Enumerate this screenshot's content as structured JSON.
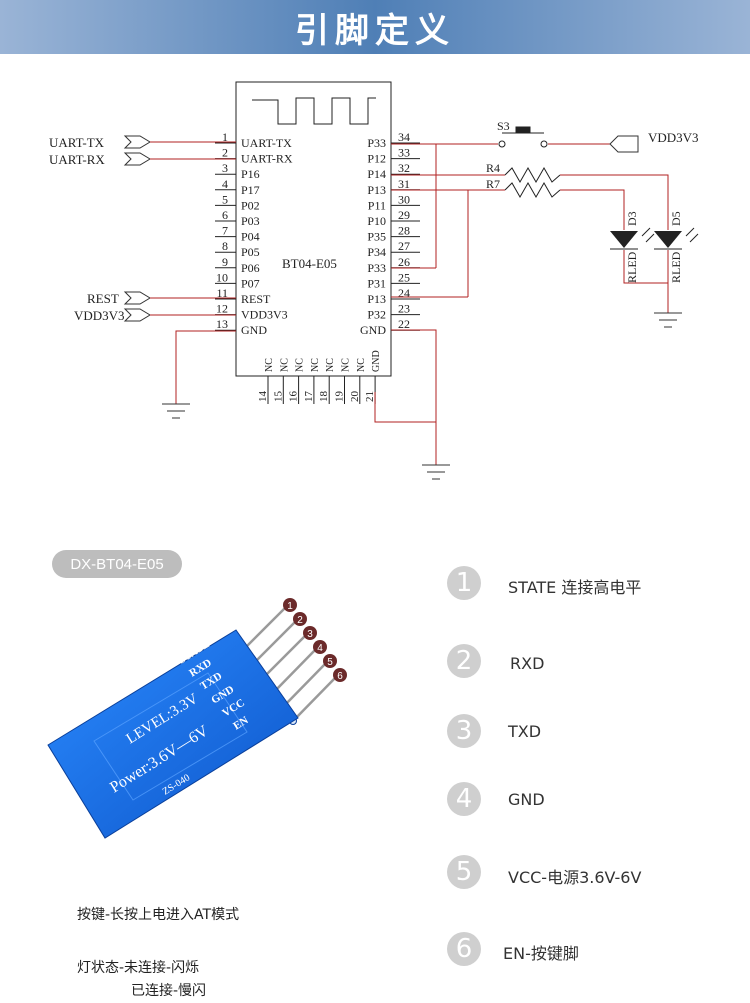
{
  "header": {
    "title": "引脚定义"
  },
  "schematic": {
    "module_label": "BT04-E05",
    "left_pins": [
      {
        "num": "1",
        "name": "UART-TX"
      },
      {
        "num": "2",
        "name": "UART-RX"
      },
      {
        "num": "3",
        "name": "P16"
      },
      {
        "num": "4",
        "name": "P17"
      },
      {
        "num": "5",
        "name": "P02"
      },
      {
        "num": "6",
        "name": "P03"
      },
      {
        "num": "7",
        "name": "P04"
      },
      {
        "num": "8",
        "name": "P05"
      },
      {
        "num": "9",
        "name": "P06"
      },
      {
        "num": "10",
        "name": "P07"
      },
      {
        "num": "11",
        "name": "REST"
      },
      {
        "num": "12",
        "name": "VDD3V3"
      },
      {
        "num": "13",
        "name": "GND"
      }
    ],
    "right_pins": [
      {
        "num": "34",
        "name": "P33"
      },
      {
        "num": "33",
        "name": "P12"
      },
      {
        "num": "32",
        "name": "P14"
      },
      {
        "num": "31",
        "name": "P13"
      },
      {
        "num": "30",
        "name": "P11"
      },
      {
        "num": "29",
        "name": "P10"
      },
      {
        "num": "28",
        "name": "P35"
      },
      {
        "num": "27",
        "name": "P34"
      },
      {
        "num": "26",
        "name": "P33"
      },
      {
        "num": "25",
        "name": "P31"
      },
      {
        "num": "24",
        "name": "P13"
      },
      {
        "num": "23",
        "name": "P32"
      },
      {
        "num": "22",
        "name": "GND"
      }
    ],
    "bottom_pins": [
      {
        "num": "14",
        "name": "NC"
      },
      {
        "num": "15",
        "name": "NC"
      },
      {
        "num": "16",
        "name": "NC"
      },
      {
        "num": "17",
        "name": "NC"
      },
      {
        "num": "18",
        "name": "NC"
      },
      {
        "num": "19",
        "name": "NC"
      },
      {
        "num": "20",
        "name": "NC"
      },
      {
        "num": "21",
        "name": "GND"
      }
    ],
    "left_ports": [
      "UART-TX",
      "UART-RX",
      "REST",
      "VDD3V3"
    ],
    "switch_label": "S3",
    "vdd_port": "VDD3V3",
    "resistors": [
      "R4",
      "R7"
    ],
    "leds": [
      {
        "ref": "D3",
        "type": "RLED"
      },
      {
        "ref": "D5",
        "type": "RLED"
      }
    ]
  },
  "module": {
    "model_pill": "DX-BT04-E05",
    "board_labels": [
      "STATE",
      "RXD",
      "TXD",
      "GND",
      "VCC",
      "EN"
    ],
    "level_text": "LEVEL:3.3V",
    "power_text": "Power:3.6V—6V",
    "model_text": "ZS-040",
    "pin_numbers": [
      "1",
      "2",
      "3",
      "4",
      "5",
      "6"
    ]
  },
  "legend": [
    {
      "num": "1",
      "text": "STATE  连接高电平"
    },
    {
      "num": "2",
      "text": "RXD"
    },
    {
      "num": "3",
      "text": "TXD"
    },
    {
      "num": "4",
      "text": "GND"
    },
    {
      "num": "5",
      "text": "VCC-电源3.6V-6V"
    },
    {
      "num": "6",
      "text": "EN-按键脚"
    }
  ],
  "notes": {
    "button": "按键-长按上电进入AT模式",
    "led_title": "灯状态-未连接-闪烁",
    "led_connected": "已连接-慢闪"
  },
  "colors": {
    "banner": "#4f7fb6",
    "wire": "#b22222",
    "board": "#1e6fd9",
    "pill": "#bdbdbd",
    "legend_circle": "#cfcfcf"
  }
}
